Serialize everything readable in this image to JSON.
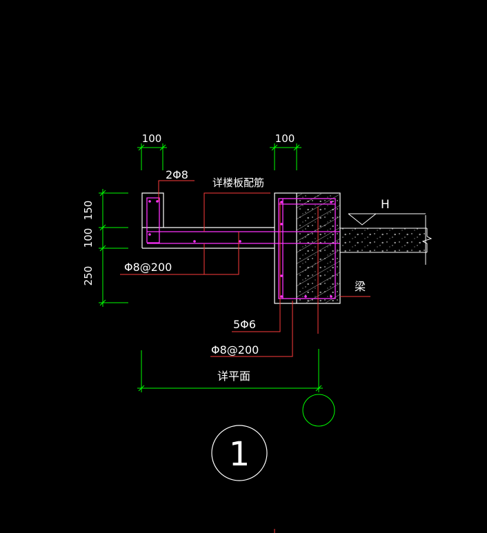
{
  "drawing": {
    "dimensions": {
      "top_left_width": "100",
      "top_right_width": "100",
      "left_150": "150",
      "left_100": "100",
      "left_250": "250"
    },
    "labels": {
      "top_bar": "2Φ8",
      "slab_rebar": "详楼板配筋",
      "bottom_bar": "Φ8@200",
      "stirrup_count": "5Φ6",
      "stirrup_spacing": "Φ8@200",
      "elevation": "H",
      "beam": "梁",
      "plan_ref": "详平面",
      "detail_number": "1"
    },
    "colors": {
      "background": "#000000",
      "dimension_green": "#00ff00",
      "leader_red": "#ff3b3b",
      "rebar_magenta": "#ff33ff",
      "outline_white": "#ffffff"
    }
  }
}
